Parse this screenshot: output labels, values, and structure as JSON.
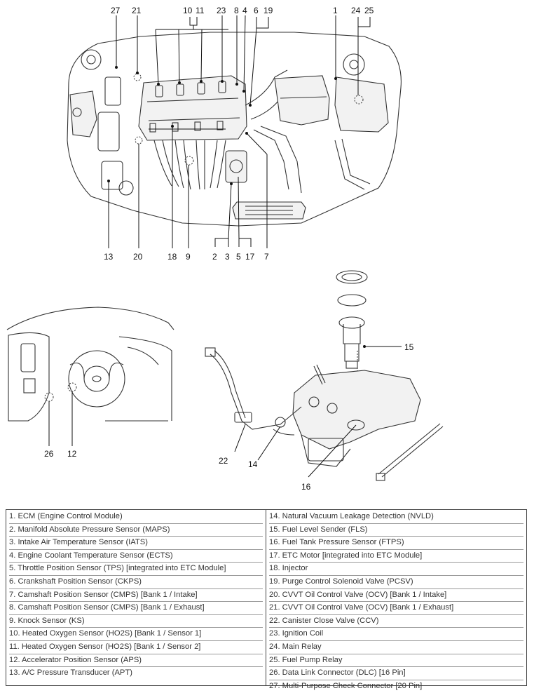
{
  "engine_callouts_top": [
    "27",
    "21",
    "10",
    "11",
    "23",
    "8",
    "4",
    "6",
    "19",
    "1",
    "24",
    "25"
  ],
  "engine_callouts_bottom": [
    "13",
    "20",
    "18",
    "9",
    "2",
    "3",
    "5",
    "17",
    "7"
  ],
  "cabin_callouts": [
    "26",
    "12"
  ],
  "tank_callouts": [
    "15",
    "22",
    "14",
    "16"
  ],
  "legend_left": [
    "1. ECM (Engine Control Module)",
    "2. Manifold Absolute Pressure Sensor (MAPS)",
    "3. Intake Air Temperature Sensor (IATS)",
    "4. Engine Coolant Temperature Sensor (ECTS)",
    "5. Throttle Position Sensor (TPS) [integrated into ETC Module]",
    "6. Crankshaft Position Sensor (CKPS)",
    "7. Camshaft Position Sensor (CMPS) [Bank 1 / Intake]",
    "8. Camshaft Position Sensor (CMPS) [Bank 1 / Exhaust]",
    "9. Knock Sensor (KS)",
    "10. Heated Oxygen Sensor (HO2S) [Bank 1 / Sensor 1]",
    "11. Heated Oxygen Sensor (HO2S) [Bank 1 / Sensor 2]",
    "12. Accelerator Position Sensor (APS)",
    "13. A/C Pressure Transducer (APT)"
  ],
  "legend_right": [
    "14. Natural Vacuum Leakage Detection (NVLD)",
    "15. Fuel Level Sender (FLS)",
    "16. Fuel Tank Pressure Sensor (FTPS)",
    "17. ETC Motor [integrated into ETC Module]",
    "18. Injector",
    "19. Purge Control Solenoid Valve (PCSV)",
    "20. CVVT Oil Control Valve (OCV) [Bank 1 / Intake]",
    "21. CVVT Oil Control Valve (OCV) [Bank 1 / Exhaust]",
    "22. Canister Close Valve (CCV)",
    "23. Ignition Coil",
    "24. Main Relay",
    "25. Fuel Pump Relay",
    "26. Data Link Connector (DLC) [16 Pin]",
    "27. Multi-Purpose Check Connector [20 Pin]"
  ]
}
